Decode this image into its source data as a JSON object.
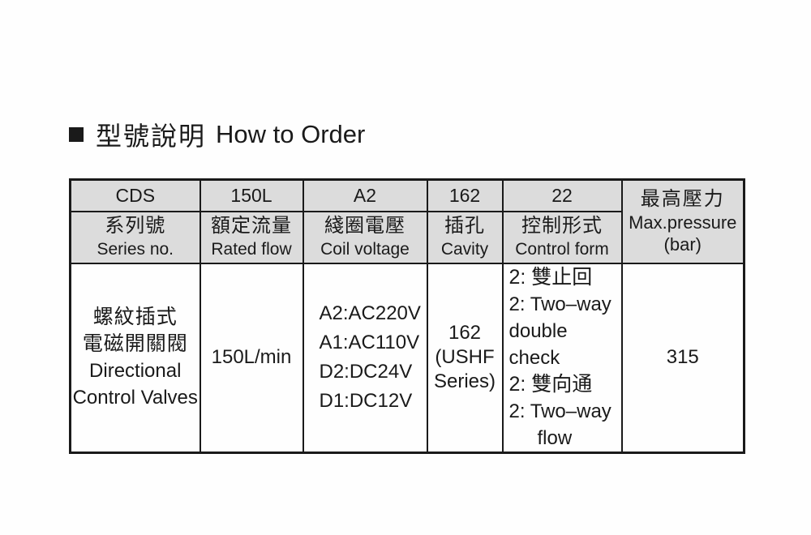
{
  "page": {
    "background": "#fefefe"
  },
  "colors": {
    "header_bg": "#dcdcdc",
    "border": "#1a1a1a",
    "text": "#1a1a1a"
  },
  "title": {
    "zh": "型號說明",
    "en": "How to Order"
  },
  "table": {
    "columns": [
      {
        "code": "CDS",
        "zh": "系列號",
        "en": "Series no."
      },
      {
        "code": "150L",
        "zh": "額定流量",
        "en": "Rated flow"
      },
      {
        "code": "A2",
        "zh": "綫圈電壓",
        "en": "Coil voltage"
      },
      {
        "code": "162",
        "zh": "插孔",
        "en": "Cavity"
      },
      {
        "code": "22",
        "zh": "控制形式",
        "en": "Control form"
      }
    ],
    "pressure_header": {
      "zh": "最高壓力",
      "en": "Max.pressure",
      "unit": "(bar)"
    },
    "body": {
      "series": [
        "螺紋插式",
        "電磁開關閥",
        "Directional",
        "Control Valves"
      ],
      "rated_flow": "150L/min",
      "coil_voltage": [
        "A2:AC220V",
        "A1:AC110V",
        "D2:DC24V",
        "D1:DC12V"
      ],
      "cavity": [
        "162",
        "(USHF",
        "Series)"
      ],
      "control_form": [
        "2: 雙止回",
        "2: Two–way",
        "double check",
        "2: 雙向通",
        "2: Two–way",
        "flow"
      ],
      "max_pressure": "315"
    }
  }
}
